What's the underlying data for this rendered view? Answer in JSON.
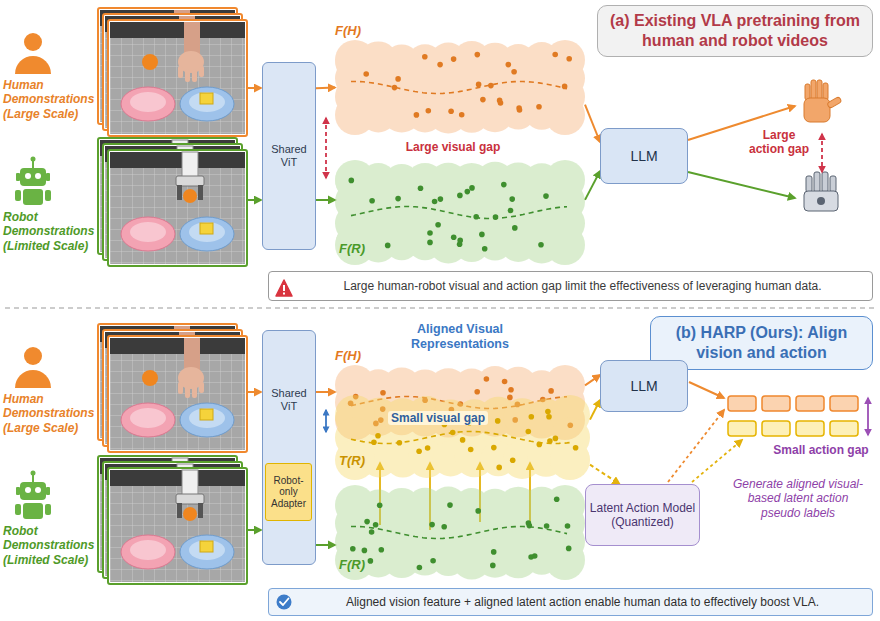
{
  "diagram": {
    "nodes": [
      {
        "text": [
          "(a) Existing VLA pretraining from human and robot videos"
        ]
      },
      {
        "text": [
          "Shared ViT"
        ]
      },
      {
        "text": [
          "F(H)"
        ]
      },
      {
        "text": [
          "F(R)"
        ]
      },
      {
        "text": [
          "LLM"
        ]
      },
      {
        "text": [
          "Large human-robot visual and action gap limit the effectiveness of leveraging human data."
        ]
      },
      {
        "text": [
          "(b) HARP (Ours): Align vision and action"
        ]
      },
      {
        "text": [
          "Shared ViT"
        ]
      },
      {
        "text": [
          "Robot-only Adapter"
        ],
        "in": 7
      },
      {
        "text": [
          "F(H)"
        ]
      },
      {
        "text": [
          "T(R)"
        ]
      },
      {
        "text": [
          "F(R)"
        ]
      },
      {
        "text": [
          "LLM"
        ]
      },
      {
        "text": [
          "Latent Action Model (Quantized)"
        ]
      },
      {
        "text": [
          "Aligned vision feature + aligned latent action enable human data to effectively boost VLA."
        ]
      }
    ],
    "edges": [
      {
        "from": 1,
        "to": 2,
        "arrow": "to"
      },
      {
        "from": 1,
        "to": 3,
        "arrow": "to"
      },
      {
        "from": 2,
        "to": 4,
        "arrow": "to"
      },
      {
        "from": 3,
        "to": 4,
        "arrow": "to"
      },
      {
        "from": 7,
        "to": 9,
        "arrow": "to"
      },
      {
        "from": 7,
        "to": 11,
        "arrow": "to"
      },
      {
        "from": 9,
        "to": 12,
        "arrow": "to"
      },
      {
        "from": 10,
        "to": 12,
        "arrow": "to"
      },
      {
        "from": 10,
        "to": 13,
        "arrow": "to"
      }
    ],
    "labels": [
      "Human Demonstrations (Large Scale)",
      "Robot Demonstrations (Limited Scale)",
      "Large visual gap",
      "Large action gap",
      "Human Demonstrations (Large Scale)",
      "Robot Demonstrations (Limited Scale)",
      "Aligned Visual Representations",
      "Small visual gap",
      "Small action gap",
      "Generate aligned visual-based latent action pseudo labels"
    ]
  }
}
